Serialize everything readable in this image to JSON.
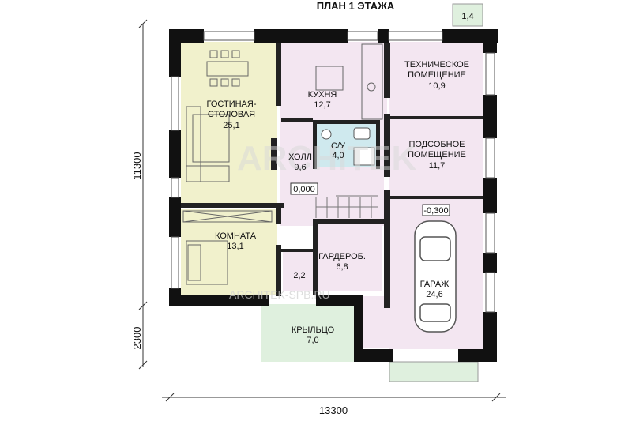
{
  "title": "ПЛАН 1 ЭТАЖА",
  "dimensions": {
    "width": "13300",
    "height_main": "11300",
    "height_porch": "2300"
  },
  "levels": {
    "floor": "0,000",
    "garage": "-0,300"
  },
  "watermark": "ARCHITEK",
  "watermark_url": "ARCHITEK-SPB.RU",
  "rooms": {
    "living": {
      "name1": "ГОСТИНАЯ-",
      "name2": "СТОЛОВАЯ",
      "area": "25,1"
    },
    "kitchen": {
      "name": "КУХНЯ",
      "area": "12,7"
    },
    "tech": {
      "name1": "ТЕХНИЧЕСКОЕ",
      "name2": "ПОМЕЩЕНИЕ",
      "area": "10,9"
    },
    "bath": {
      "name": "С/У",
      "area": "4,0"
    },
    "hall": {
      "name": "ХОЛЛ",
      "area": "9,6"
    },
    "utility": {
      "name1": "ПОДСОБНОЕ",
      "name2": "ПОМЕЩЕНИЕ",
      "area": "11,7"
    },
    "room": {
      "name": "КОМНАТА",
      "area": "13,1"
    },
    "vestibule": {
      "area": "2,2"
    },
    "wardrobe": {
      "name": "ГАРДЕРОБ.",
      "area": "6,8"
    },
    "garage": {
      "name": "ГАРАЖ",
      "area": "24,6"
    },
    "porch": {
      "name": "КРЫЛЬЦО",
      "area": "7,0"
    },
    "small_porch": {
      "area": "1,4"
    }
  }
}
